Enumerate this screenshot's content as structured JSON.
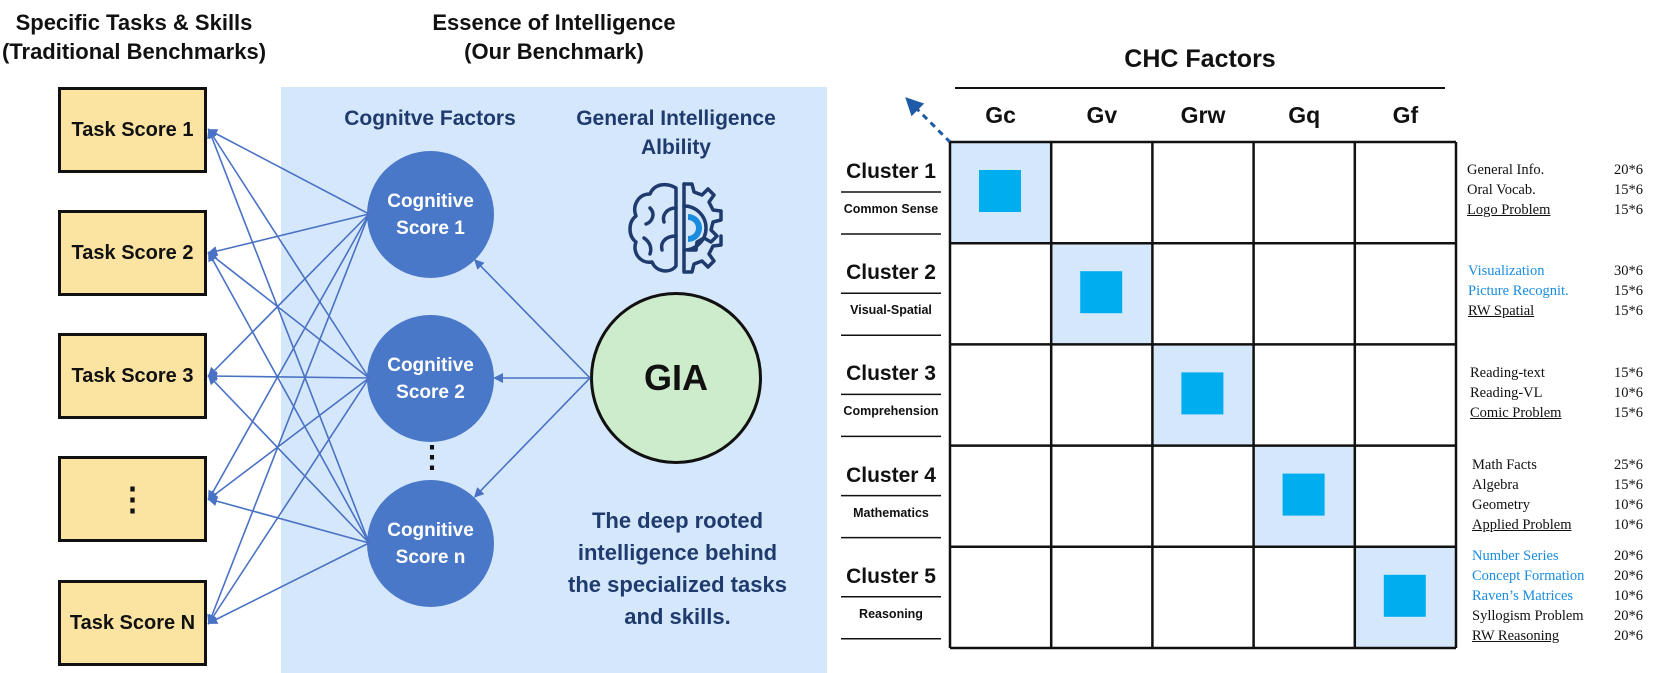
{
  "left_heading": {
    "line1": "Specific Tasks & Skills",
    "line2": "(Traditional Benchmarks)"
  },
  "middle_heading": {
    "line1": "Essence of Intelligence",
    "line2": "(Our Benchmark)"
  },
  "task_scores": [
    "Task Score 1",
    "Task Score 2",
    "Task Score 3",
    "⋮",
    "Task Score N"
  ],
  "cognitive_factors": {
    "title": "Cognitve Factors",
    "scores": [
      {
        "line1": "Cognitive",
        "line2": "Score 1"
      },
      {
        "line1": "Cognitive",
        "line2": "Score 2"
      },
      {
        "line1": "Cognitive",
        "line2": "Score n"
      }
    ],
    "ellipsis": "⋮"
  },
  "general_intelligence": {
    "title_line1": "General Intelligence",
    "title_line2": "Albility",
    "label": "GIA",
    "icon": "brain-gear-icon"
  },
  "description": [
    "The deep rooted",
    "intelligence behind",
    "the specialized tasks",
    "and skills."
  ],
  "chc": {
    "title": "CHC Factors",
    "factors": [
      "Gc",
      "Gv",
      "Grw",
      "Gq",
      "Gf"
    ],
    "clusters": [
      {
        "name": "Cluster 1",
        "sub": "Common Sense",
        "skills": [
          {
            "label": "General Info.",
            "count": "20*6",
            "style": "plain"
          },
          {
            "label": "Oral Vocab.",
            "count": "15*6",
            "style": "plain"
          },
          {
            "label": "Logo Problem",
            "count": "15*6",
            "style": "underline"
          }
        ]
      },
      {
        "name": "Cluster 2",
        "sub": "Visual-Spatial",
        "skills": [
          {
            "label": "Visualization",
            "count": "30*6",
            "style": "blue"
          },
          {
            "label": "Picture Recognit.",
            "count": "15*6",
            "style": "blue"
          },
          {
            "label": "RW Spatial",
            "count": "15*6",
            "style": "underline"
          }
        ]
      },
      {
        "name": "Cluster 3",
        "sub": "Comprehension",
        "skills": [
          {
            "label": "Reading-text",
            "count": "15*6",
            "style": "plain"
          },
          {
            "label": "Reading-VL",
            "count": "10*6",
            "style": "plain"
          },
          {
            "label": "Comic Problem",
            "count": "15*6",
            "style": "underline"
          }
        ]
      },
      {
        "name": "Cluster 4",
        "sub": "Mathematics",
        "skills": [
          {
            "label": "Math Facts",
            "count": "25*6",
            "style": "plain"
          },
          {
            "label": "Algebra",
            "count": "15*6",
            "style": "plain"
          },
          {
            "label": "Geometry",
            "count": "10*6",
            "style": "plain"
          },
          {
            "label": "Applied Problem",
            "count": "10*6",
            "style": "underline"
          }
        ]
      },
      {
        "name": "Cluster 5",
        "sub": "Reasoning",
        "skills": [
          {
            "label": "Number Series",
            "count": "20*6",
            "style": "blue"
          },
          {
            "label": "Concept Formation",
            "count": "20*6",
            "style": "blue"
          },
          {
            "label": "Raven’s Matrices",
            "count": "10*6",
            "style": "blue"
          },
          {
            "label": "Syllogism Problem",
            "count": "20*6",
            "style": "plain"
          },
          {
            "label": "RW Reasoning",
            "count": "20*6",
            "style": "underline"
          }
        ]
      }
    ]
  },
  "colors": {
    "task_fill": "#fbe3a1",
    "panel_fill": "#d5e7fb",
    "circle_fill": "#4a78c8",
    "gia_fill": "#cdeccb",
    "arrow": "#4a72c4",
    "diag_cell": "#d5e7fb",
    "diag_square": "#00aeef",
    "diag_arrow": "#1f5aa8",
    "skill_blue": "#1a8ce0"
  }
}
